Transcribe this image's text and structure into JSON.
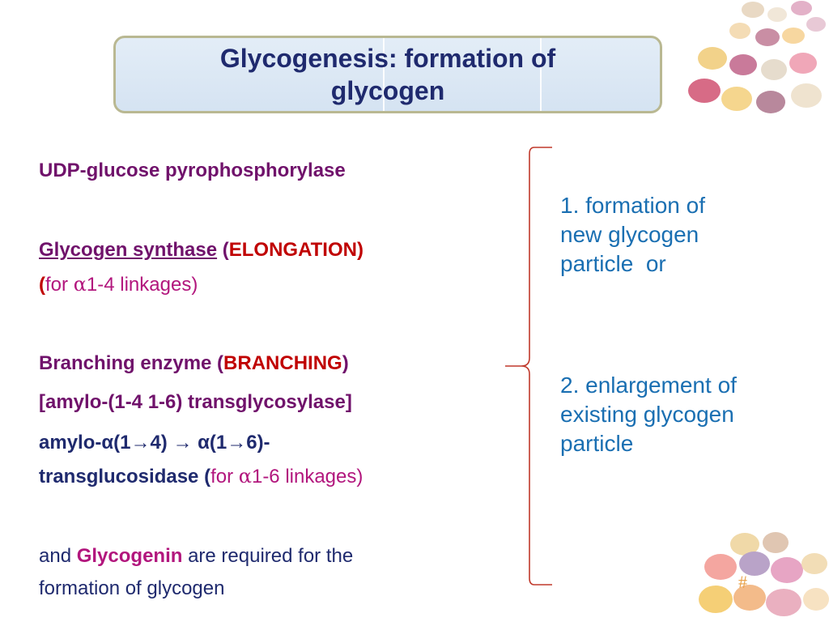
{
  "title": "Glycogenesis: formation of glycogen",
  "left": {
    "udp": "UDP-glucose pyrophosphorylase",
    "synthase_name": "Glycogen synthase",
    "synthase_open": "(",
    "synthase_tag": "ELONGATION)",
    "synthase_line2_paren": "(",
    "synthase_line2_for": "for ",
    "alpha": "α",
    "synthase_line2_rest": "1-4 linkages)",
    "branch_name": "Branching enzyme (",
    "branch_tag": "BRANCHING",
    "branch_close": ")",
    "transgly": "[amylo-(1-4 1-6) transglycosylase]",
    "amylo_line": "amylo-α(1→4) → α(1→6)-",
    "transglu": "transglucosidase (",
    "transglu_for": "for ",
    "transglu_rest": "1-6 linkages)",
    "and": "and ",
    "glycogenin": "Glycogenin",
    "required": " are required for the",
    "formation": "formation of glycogen"
  },
  "right": {
    "item1": [
      "1. formation of",
      "new glycogen",
      "particle  or"
    ],
    "item2": [
      "2. enlargement of",
      "existing glycogen",
      "particle"
    ]
  },
  "footer_hash": "#",
  "colors": {
    "title": "#1f2a6e",
    "purple": "#70126b",
    "red": "#c00000",
    "magenta": "#b2167d",
    "blue": "#1a6fb2",
    "brace": "#c0392b"
  }
}
